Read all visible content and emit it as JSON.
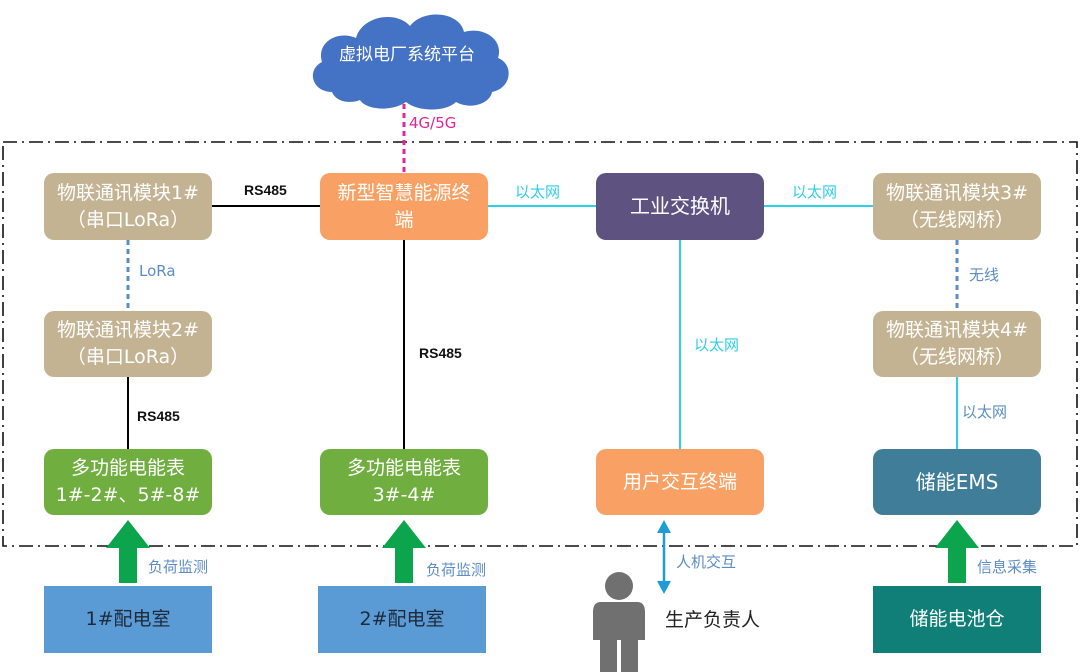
{
  "cloud": {
    "label": "虚拟电厂系统平台"
  },
  "links": {
    "cloud_link": "4G/5G",
    "m1_terminal": "RS485",
    "lora": "LoRa",
    "m2_meter": "RS485",
    "terminal_meter2": "RS485",
    "terminal_switch": "以太网",
    "switch_m3": "以太网",
    "switch_user": "以太网",
    "wireless": "无线",
    "m4_ems": "以太网",
    "load1": "负荷监测",
    "load2": "负荷监测",
    "human": "人机交互",
    "collect": "信息采集"
  },
  "nodes": {
    "module1": {
      "line1": "物联通讯模块1#",
      "line2": "（串口LoRa）"
    },
    "module2": {
      "line1": "物联通讯模块2#",
      "line2": "（串口LoRa）"
    },
    "terminal": {
      "line1": "新型智慧能源终",
      "line2": "端"
    },
    "switch": {
      "label": "工业交换机"
    },
    "module3": {
      "line1": "物联通讯模块3#",
      "line2": "（无线网桥）"
    },
    "module4": {
      "line1": "物联通讯模块4#",
      "line2": "（无线网桥）"
    },
    "meter1": {
      "line1": "多功能电能表",
      "line2": "1#-2#、5#-8#"
    },
    "meter2": {
      "line1": "多功能电能表",
      "line2": "3#-4#"
    },
    "user_terminal": {
      "label": "用户交互终端"
    },
    "ems": {
      "label": "储能EMS"
    },
    "room1": {
      "label": "1#配电室"
    },
    "room2": {
      "label": "2#配电室"
    },
    "person": {
      "label": "生产负责人"
    },
    "battery": {
      "label": "储能电池仓"
    }
  },
  "colors": {
    "module": "#C4B393",
    "meter": "#6FAE3F",
    "terminal": "#F9A164",
    "switch": "#5D5280",
    "ems": "#3F7D98",
    "room": "#5B9BD5",
    "battery": "#0F7F78",
    "cloud": "#4472C4",
    "ethernet": "#2ECFE8",
    "arrow": "#0CA54E"
  }
}
